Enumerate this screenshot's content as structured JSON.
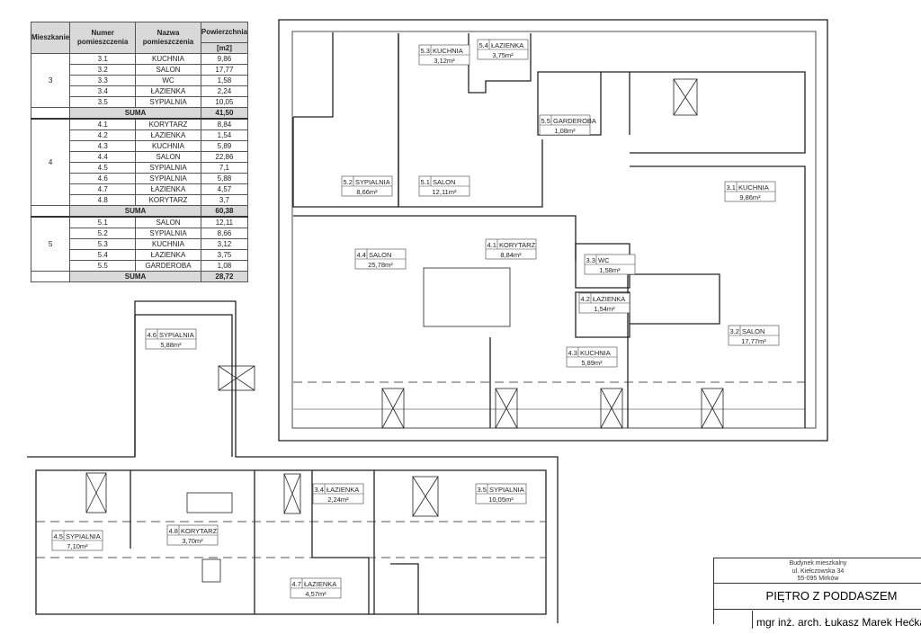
{
  "table": {
    "headers": {
      "apartment": "Mieszkanie",
      "room_number": "Numer pomieszczenia",
      "room_name": "Nazwa pomieszczenia",
      "area": "Powierzchnia",
      "unit": "[m2]"
    },
    "sum_label": "SUMA",
    "groups": [
      {
        "apartment": "3",
        "rooms": [
          [
            "3.1",
            "KUCHNIA",
            "9,86"
          ],
          [
            "3.2",
            "SALON",
            "17,77"
          ],
          [
            "3.3",
            "WC",
            "1,58"
          ],
          [
            "3.4",
            "ŁAZIENKA",
            "2,24"
          ],
          [
            "3.5",
            "SYPIALNIA",
            "10,05"
          ]
        ],
        "sum": "41,50"
      },
      {
        "apartment": "4",
        "rooms": [
          [
            "4.1",
            "KORYTARZ",
            "8,84"
          ],
          [
            "4.2",
            "ŁAZIENKA",
            "1,54"
          ],
          [
            "4.3",
            "KUCHNIA",
            "5,89"
          ],
          [
            "4.4",
            "SALON",
            "22,86"
          ],
          [
            "4.5",
            "SYPIALNIA",
            "7,1"
          ],
          [
            "4.6",
            "SYPIALNIA",
            "5,88"
          ],
          [
            "4.7",
            "ŁAZIENKA",
            "4,57"
          ],
          [
            "4.8",
            "KORYTARZ",
            "3,7"
          ]
        ],
        "sum": "60,38"
      },
      {
        "apartment": "5",
        "rooms": [
          [
            "5.1",
            "SALON",
            "12,11"
          ],
          [
            "5.2",
            "SYPIALNIA",
            "8,66"
          ],
          [
            "5.3",
            "KUCHNIA",
            "3,12"
          ],
          [
            "5.4",
            "ŁAZIENKA",
            "3,75"
          ],
          [
            "5.5",
            "GARDEROBA",
            "1,08"
          ]
        ],
        "sum": "28,72"
      }
    ]
  },
  "plan_labels": {
    "5.3": {
      "num": "5.3",
      "name": "KUCHNIA",
      "area": "3,12m²"
    },
    "5.4": {
      "num": "5.4",
      "name": "ŁAZIENKA",
      "area": "3,75m²"
    },
    "5.5": {
      "num": "5.5",
      "name": "GARDEROBA",
      "area": "1,08m²"
    },
    "5.2": {
      "num": "5.2",
      "name": "SYPIALNIA",
      "area": "8,66m²"
    },
    "5.1": {
      "num": "5.1",
      "name": "SALON",
      "area": "12,11m²"
    },
    "3.1": {
      "num": "3.1",
      "name": "KUCHNIA",
      "area": "9,86m²"
    },
    "4.4": {
      "num": "4.4",
      "name": "SALON",
      "area": "25,78m²"
    },
    "4.1": {
      "num": "4.1",
      "name": "KORYTARZ",
      "area": "8,84m²"
    },
    "3.3": {
      "num": "3.3",
      "name": "WC",
      "area": "1,58m²"
    },
    "4.2": {
      "num": "4.2",
      "name": "ŁAZIENKA",
      "area": "1,54m²"
    },
    "3.2": {
      "num": "3.2",
      "name": "SALON",
      "area": "17,77m²"
    },
    "4.3": {
      "num": "4.3",
      "name": "KUCHNIA",
      "area": "5,89m²"
    },
    "4.6": {
      "num": "4.6",
      "name": "SYPIALNIA",
      "area": "5,88m²"
    },
    "3.4": {
      "num": "3.4",
      "name": "ŁAZIENKA",
      "area": "2,24m²"
    },
    "3.5": {
      "num": "3.5",
      "name": "SYPIALNIA",
      "area": "10,05m²"
    },
    "4.5": {
      "num": "4.5",
      "name": "SYPIALNIA",
      "area": "7,10m²"
    },
    "4.8": {
      "num": "4.8",
      "name": "KORYTARZ",
      "area": "3,70m²"
    },
    "4.7": {
      "num": "4.7",
      "name": "ŁAZIENKA",
      "area": "4,57m²"
    }
  },
  "title_block": {
    "building": "Budynek mieszkalny",
    "street": "ul. Kiełczowska 34",
    "city": "55-095 Mirków",
    "title": "PIĘTRO Z PODDASZEM",
    "author": "mgr inż. arch. Łukasz Marek Hećka"
  }
}
